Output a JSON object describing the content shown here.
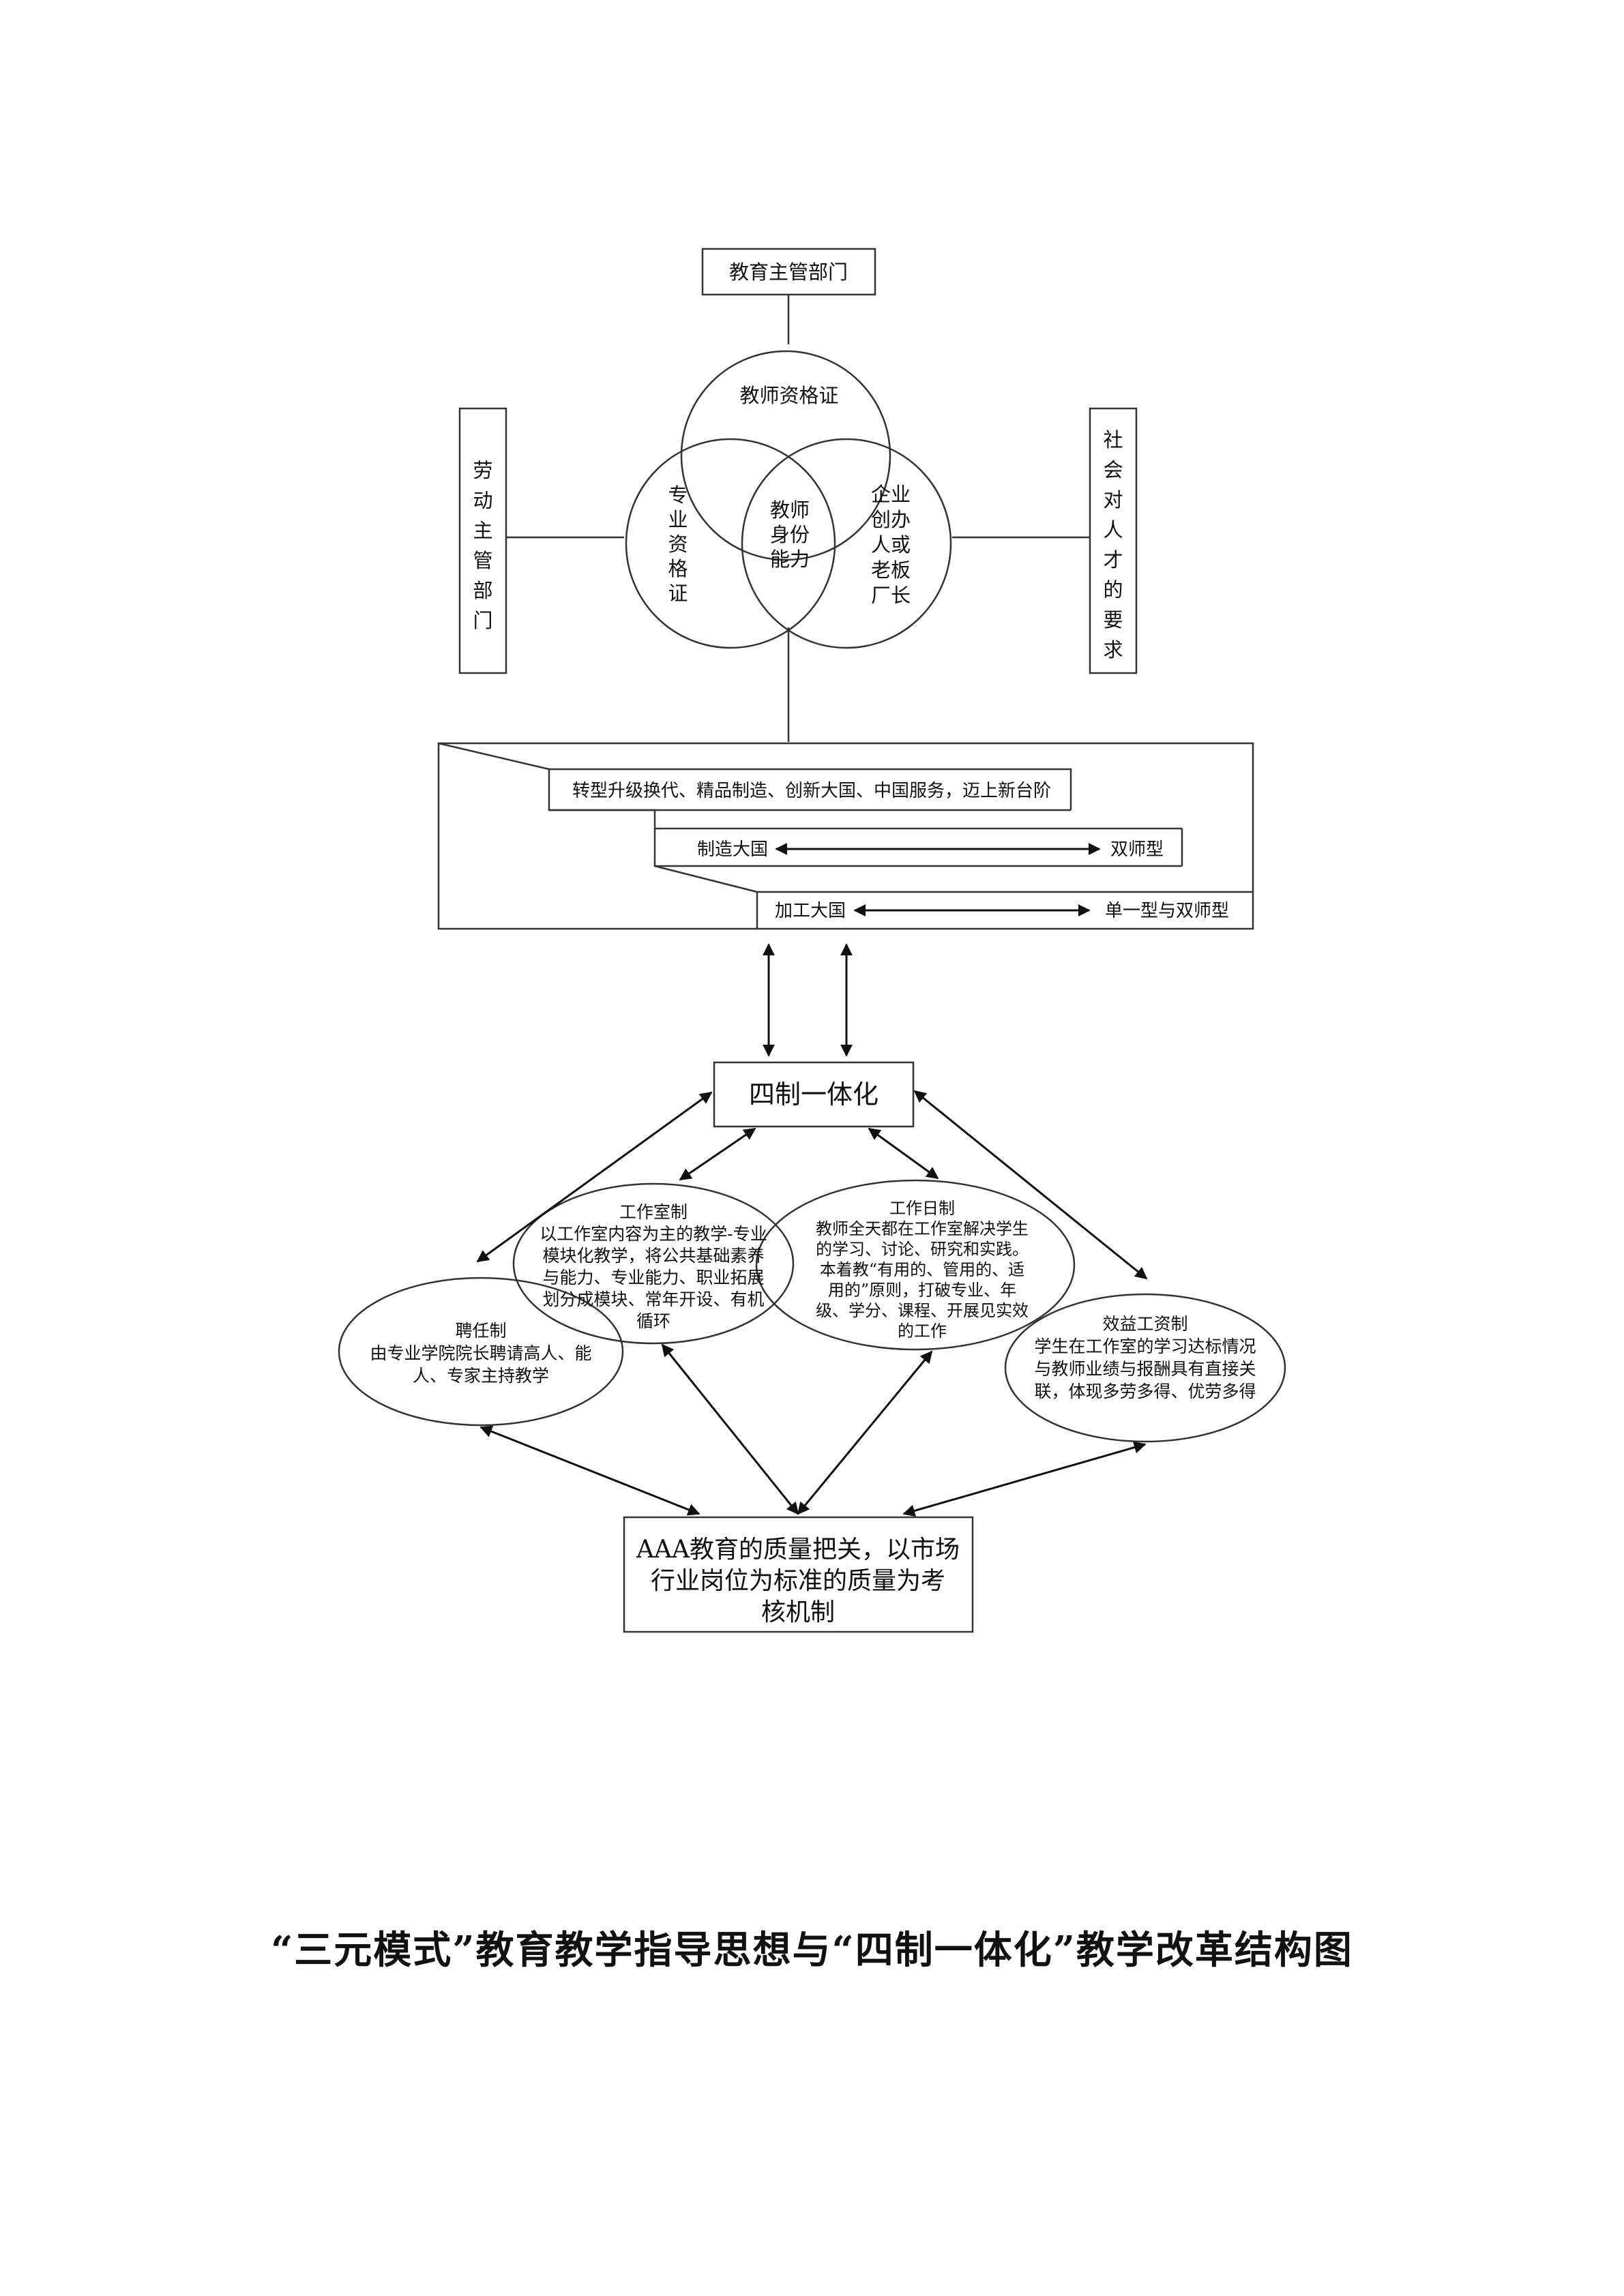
{
  "diagram": {
    "top_box": "教育主管部门",
    "left_box": [
      "劳",
      "动",
      "主",
      "管",
      "部",
      "门"
    ],
    "right_box": [
      "社",
      "会",
      "对",
      "人",
      "才",
      "的",
      "要",
      "求"
    ],
    "circle_top": "教师资格证",
    "circle_left": [
      "专",
      "业",
      "资",
      "格",
      "证"
    ],
    "circle_right": [
      "企业",
      "创办",
      "人或",
      "老板",
      "厂长"
    ],
    "center": [
      "教师",
      "身份",
      "能力"
    ],
    "stairs": {
      "step1": "转型升级换代、精品制造、创新大国、中国服务，迈上新台阶",
      "step2_left": "制造大国",
      "step2_right": "双师型",
      "step3_left": "加工大国",
      "step3_right": "单一型与双师型"
    },
    "hub": "四制一体化",
    "workshop": {
      "title": "工作室制",
      "lines": [
        "以工作室内容为主的教学-专业",
        "模块化教学，将公共基础素养",
        "与能力、专业能力、职业拓展",
        "划分成模块、常年开设、有机",
        "循环"
      ]
    },
    "workday": {
      "title": "工作日制",
      "lines": [
        "教师全天都在工作室解决学生",
        "的学习、讨论、研究和实践。",
        "本着教“有用的、管用的、适",
        "用的”原则，打破专业、年",
        "级、学分、课程、开展见实效",
        "的工作"
      ]
    },
    "hiring": {
      "title": "聘任制",
      "lines": [
        "由专业学院院长聘请高人、能",
        "人、专家主持教学"
      ]
    },
    "benefit": {
      "title": "效益工资制",
      "lines": [
        "学生在工作室的学习达标情况",
        "与教师业绩与报酬具有直接关",
        "联，体现多劳多得、优劳多得"
      ]
    },
    "bottom_box": [
      "AAA教育的质量把关，以市场",
      "行业岗位为标准的质量为考",
      "核机制"
    ]
  },
  "caption": "“三元模式”教育教学指导思想与“四制一体化”教学改革结构图"
}
